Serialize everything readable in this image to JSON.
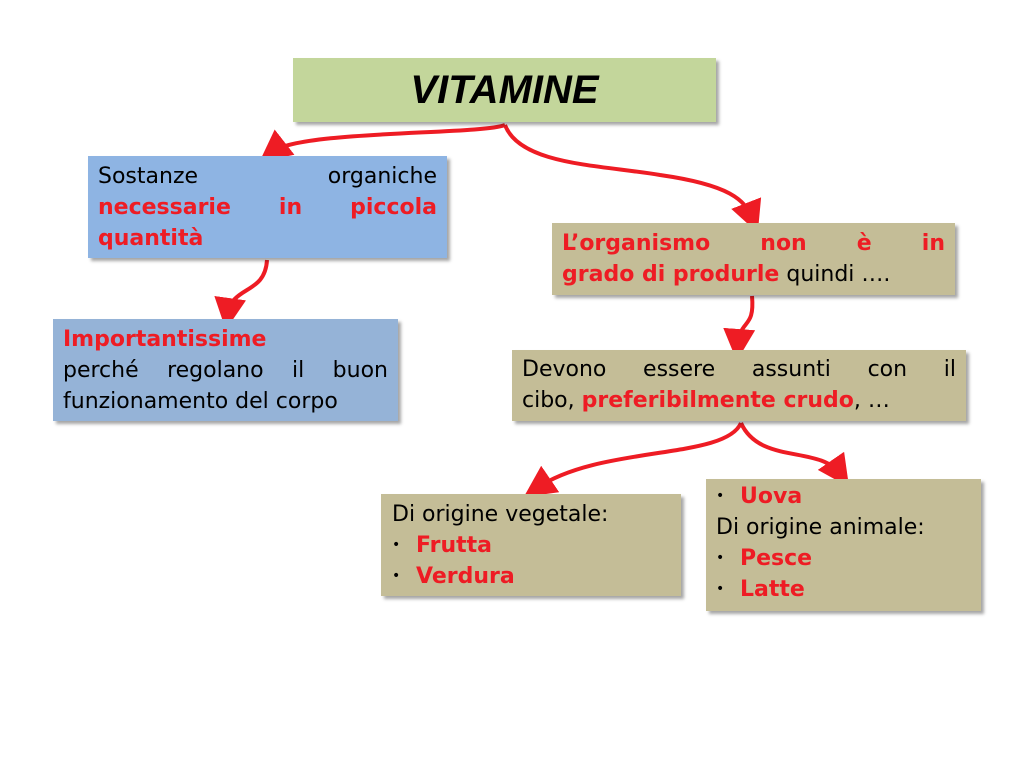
{
  "title": "VITAMINE",
  "sostanze": {
    "line1": "Sostanze organiche",
    "line2_red": "necessarie in piccola",
    "line3_red": "quantità"
  },
  "importanti": {
    "line1_red": "Importantissime",
    "line2": "perché regolano il buon",
    "line3": "funzionamento del corpo"
  },
  "organismo": {
    "line1_red": "L’organismo non è in",
    "line2_red": "grado di produrle",
    "line2_rest": " quindi ….",
    "ellipsis_hint": ""
  },
  "devono": {
    "line1": "Devono essere assunti con il",
    "line2_start": "cibo, ",
    "line2_red": "preferibilmente crudo",
    "line2_end": ", …"
  },
  "vegetale": {
    "heading": "Di origine vegetale:",
    "items": [
      "Frutta",
      "Verdura"
    ]
  },
  "animale": {
    "top_item": "Uova",
    "heading": "Di origine animale:",
    "items": [
      "Pesce",
      "Latte"
    ]
  },
  "colors": {
    "arrow": "#ee1c24",
    "title_bg": "#c3d69b",
    "blue_box": "#8eb4e3",
    "tan_box": "#c4bd97",
    "highlight": "#ee1c24"
  }
}
